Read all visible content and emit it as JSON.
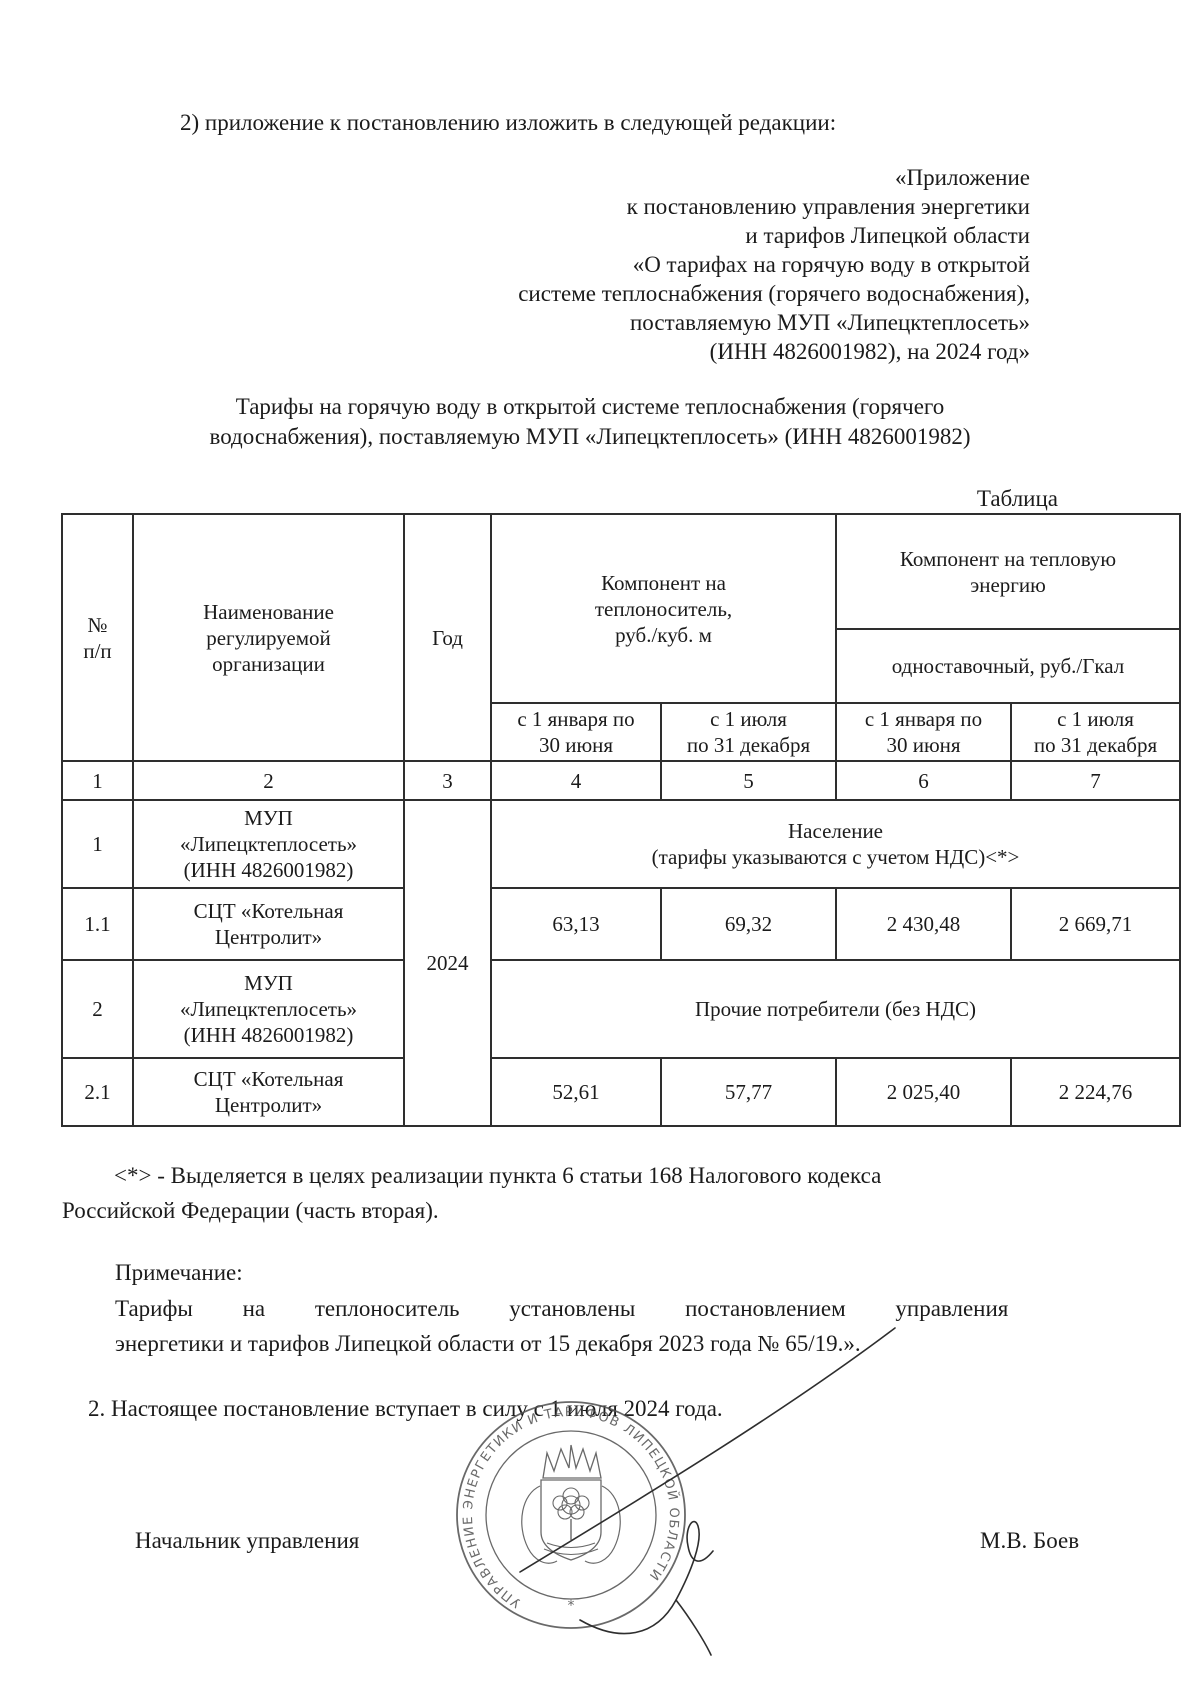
{
  "page": {
    "para_1": "2)  приложение к постановлению изложить в следующей редакции:",
    "annex_block": "«Приложение\nк постановлению управления энергетики\nи тарифов Липецкой области\n«О тарифах на горячую воду в открытой\nсистеме теплоснабжения (горячего водоснабжения),\nпоставляемую МУП «Липецктеплосеть»\n(ИНН 4826001982), на 2024 год»",
    "title": "Тарифы на горячую воду в открытой системе теплоснабжения (горячего\nводоснабжения), поставляемую МУП «Липецктеплосеть» (ИНН 4826001982)",
    "table_label": "Таблица",
    "footnote": "<*> - Выделяется в целях реализации пункта 6 статьи 168 Налогового кодекса\nРоссийской Федерации (часть вторая).",
    "note_label": "Примечание:",
    "note_line1": "Тарифы на теплоноситель установлены постановлением управления",
    "note_line2": "энергетики и тарифов Липецкой области от 15 декабря 2023 года № 65/19.».",
    "para_2": "2. Настоящее постановление вступает в силу с 1 июля 2024 года.",
    "signer_title": "Начальник управления",
    "signer_name": "М.В. Боев"
  },
  "table": {
    "header": {
      "num": "№\nп/п",
      "org": "Наименование\nрегулируемой\nорганизации",
      "year": "Год",
      "coolant": "Компонент на\nтеплоноситель,\nруб./куб. м",
      "heat": "Компонент на тепловую\nэнергию",
      "heat_sub": "одноставочный, руб./Гкал",
      "p1": "с 1 января по\n30 июня",
      "p2": "с 1 июля\nпо 31 декабря",
      "p3": "с 1 января по\n30 июня",
      "p4": "с 1 июля\nпо 31 декабря",
      "n1": "1",
      "n2": "2",
      "n3": "3",
      "n4": "4",
      "n5": "5",
      "n6": "6",
      "n7": "7"
    },
    "year_value": "2024",
    "rows": [
      {
        "num": "1",
        "org": "МУП\n«Липецктеплосеть»\n(ИНН 4826001982)",
        "span": "Население\n(тарифы указываются с учетом НДС)<*>"
      },
      {
        "num": "1.1",
        "org": "СЦТ «Котельная\nЦентролит»",
        "v1": "63,13",
        "v2": "69,32",
        "v3": "2 430,48",
        "v4": "2 669,71"
      },
      {
        "num": "2",
        "org": "МУП\n«Липецктеплосеть»\n(ИНН 4826001982)",
        "span": "Прочие потребители (без НДС)"
      },
      {
        "num": "2.1",
        "org": "СЦТ «Котельная\nЦентролит»",
        "v1": "52,61",
        "v2": "57,77",
        "v3": "2 025,40",
        "v4": "2 224,76"
      }
    ]
  },
  "stamp": {
    "ring_text": "УПРАВЛЕНИЕ ЭНЕРГЕТИКИ И ТАРИФОВ ЛИПЕЦКОЙ ОБЛАСТИ",
    "bottom_mark": "*"
  }
}
